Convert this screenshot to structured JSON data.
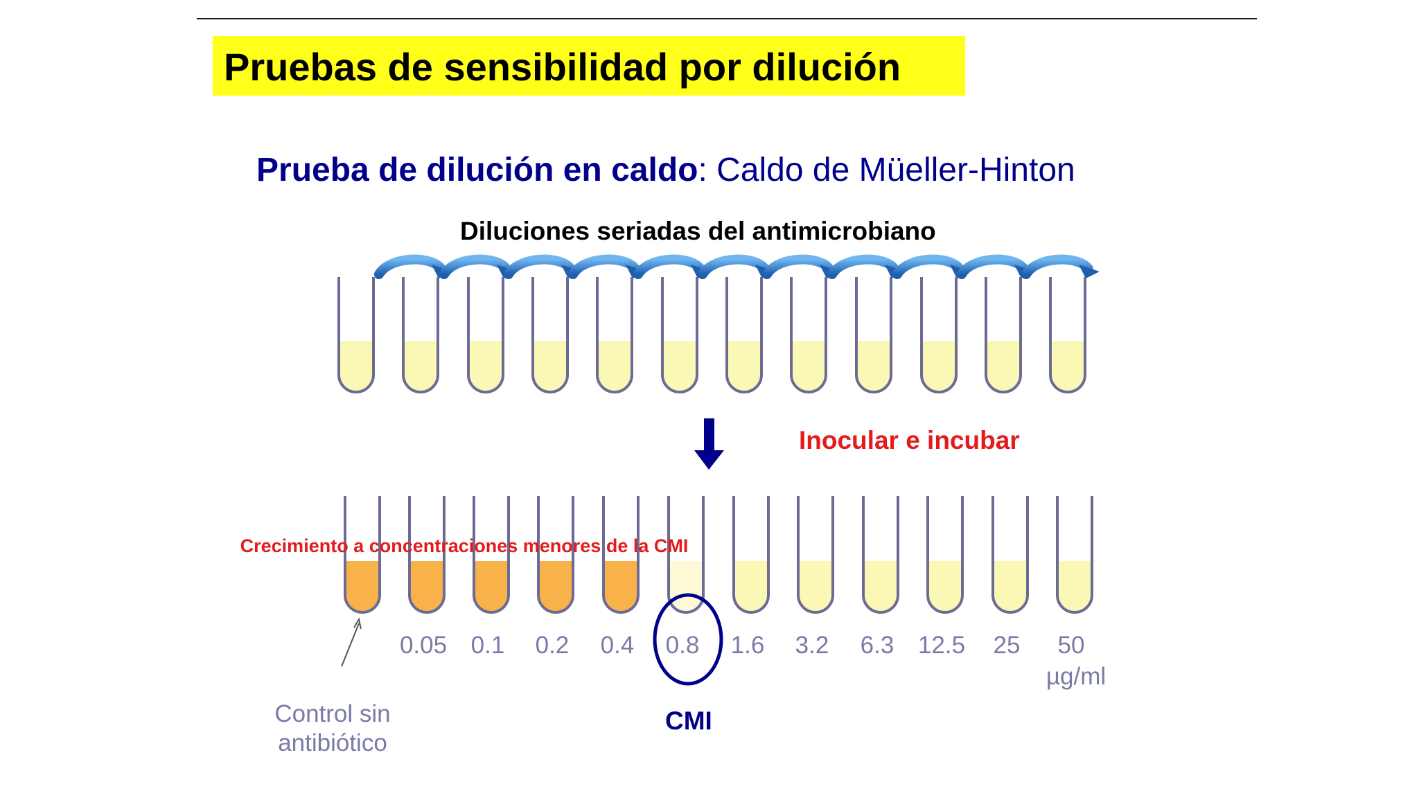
{
  "title": "Pruebas de sensibilidad por dilución",
  "subtitle": {
    "bold": "Prueba de dilución en caldo",
    "rest": ": Caldo de Müeller-Hinton"
  },
  "dilution_label": "Diluciones seriadas del antimicrobiano",
  "inoculate_label": "Inocular e incubar",
  "growth_note": "Crecimiento a concentraciones menores de la CMI",
  "control_label": "Control sin antibiótico",
  "cmi_label": "CMI",
  "unit_label": "µg/ml",
  "concentrations": [
    "0.05",
    "0.1",
    "0.2",
    "0.4",
    "0.8",
    "1.6",
    "3.2",
    "6.3",
    "12.5",
    "25",
    "50"
  ],
  "colors": {
    "title_highlight": "#ffff1a",
    "subtitle": "#00008b",
    "red_text": "#e31b1b",
    "muted_text": "#7a7aa8",
    "tube_outline": "#6b6b96",
    "clear_broth": "#fbf7b5",
    "growth_broth": "#f9b24a",
    "arrow_blue": "#2f7fd0",
    "down_arrow": "#00008b"
  }
}
